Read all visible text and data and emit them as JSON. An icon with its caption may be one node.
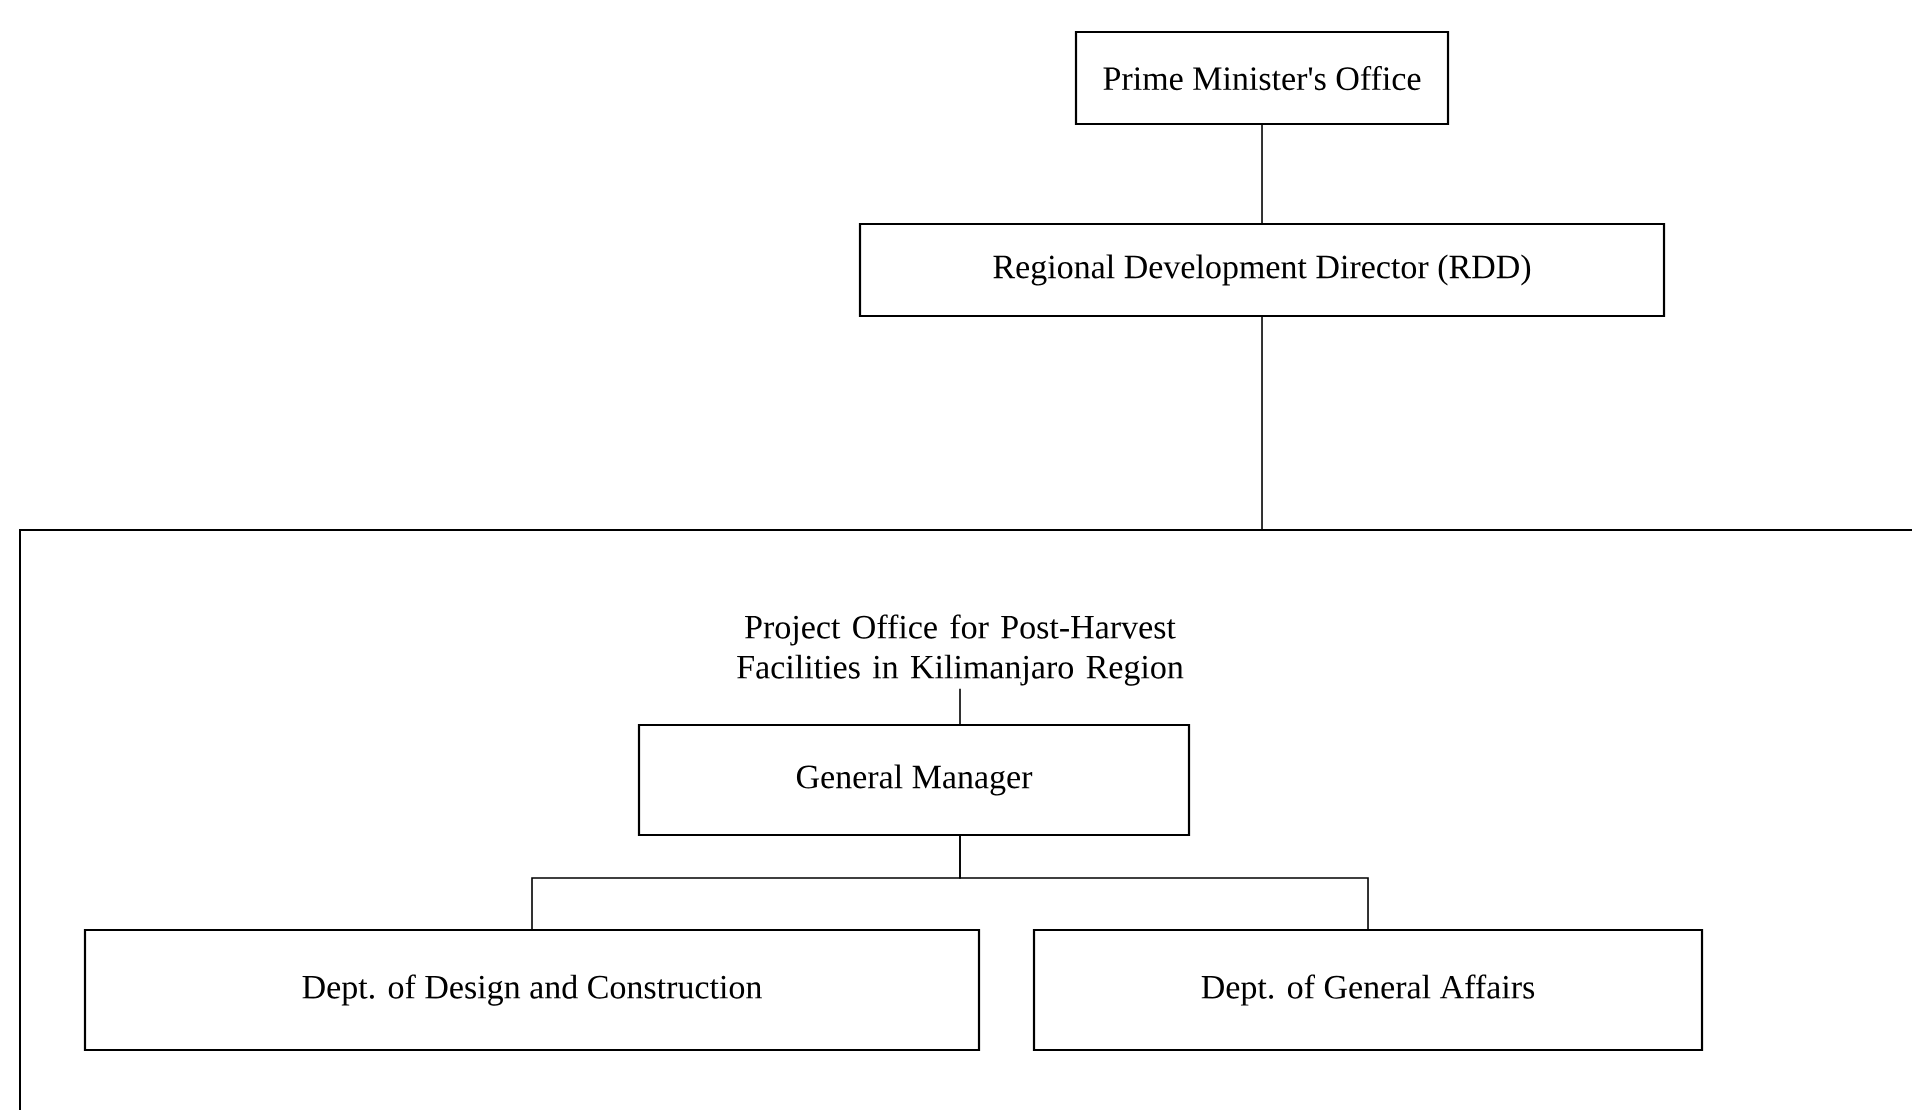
{
  "diagram": {
    "nodes": [
      {
        "text": [
          "Prime Minister's Office"
        ]
      },
      {
        "text": [
          "Regional Development Director (RDD)"
        ]
      },
      {
        "text": [],
        "shape": "box"
      },
      {
        "text": [
          "Project Office for Post-Harvest Facilities in Kilimanjaro Region"
        ],
        "in": 2
      },
      {
        "text": [
          "General Manager"
        ],
        "in": 2
      },
      {
        "text": [
          "Dept. of Design and Construction"
        ],
        "in": 2
      },
      {
        "text": [
          "Dept. of General Affairs"
        ],
        "in": 2
      }
    ],
    "edges": [
      {
        "from": 0,
        "to": 1,
        "arrow": "none"
      },
      {
        "from": 1,
        "to": 2,
        "arrow": "none"
      },
      {
        "from": 3,
        "to": 4,
        "arrow": "none"
      },
      {
        "from": 4,
        "to": 5,
        "arrow": "none"
      },
      {
        "from": 4,
        "to": 6,
        "arrow": "none"
      }
    ]
  }
}
